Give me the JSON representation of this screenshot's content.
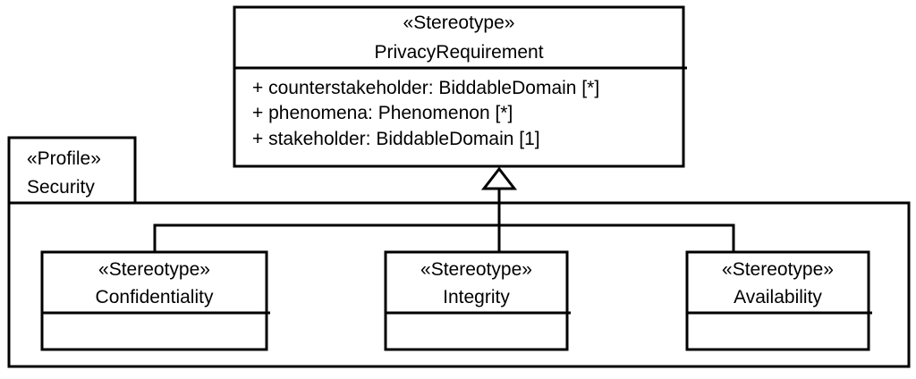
{
  "package": {
    "stereotype": "«Profile»",
    "name": "Security"
  },
  "parent": {
    "stereotype": "«Stereotype»",
    "name": "PrivacyRequirement",
    "attributes": [
      "+ counterstakeholder: BiddableDomain [*]",
      "+ phenomena: Phenomenon [*]",
      "+ stakeholder: BiddableDomain [1]"
    ]
  },
  "children": [
    {
      "stereotype": "«Stereotype»",
      "name": "Confidentiality"
    },
    {
      "stereotype": "«Stereotype»",
      "name": "Integrity"
    },
    {
      "stereotype": "«Stereotype»",
      "name": "Availability"
    }
  ]
}
